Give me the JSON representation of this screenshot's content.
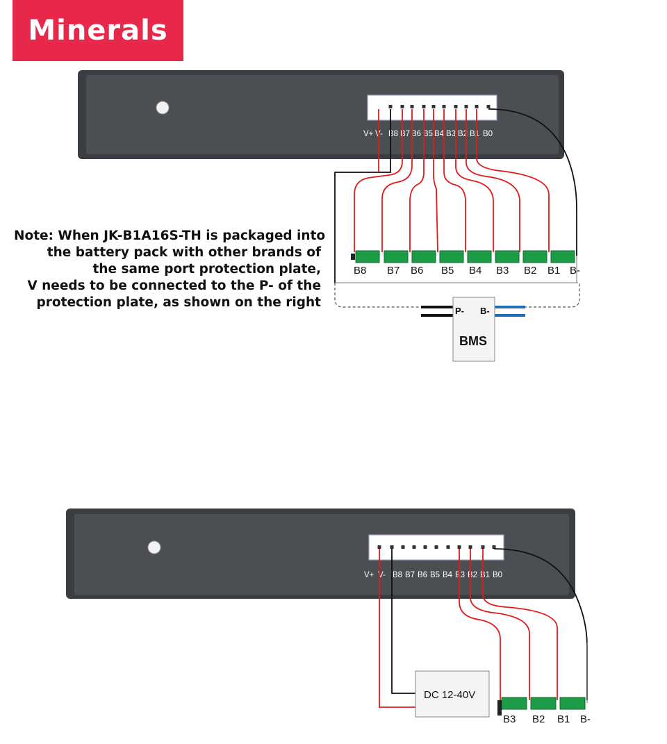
{
  "logo": {
    "text": "Minerals"
  },
  "note": {
    "lines": [
      "Note: When JK-B1A16S-TH is packaged into",
      "the battery pack with other brands of",
      "the same port protection plate,",
      "V needs to be connected to the P- of the",
      "protection plate, as shown on the right"
    ]
  },
  "diagram1": {
    "pins": [
      "V+",
      "V-",
      "B8",
      "B7",
      "B6",
      "B5",
      "B4",
      "B3",
      "B2",
      "B1",
      "B0"
    ],
    "cells": [
      "B8",
      "B7",
      "B6",
      "B5",
      "B4",
      "B3",
      "B2",
      "B1",
      "B-"
    ],
    "bms": {
      "label": "BMS",
      "p_minus": "P-",
      "b_minus": "B-"
    }
  },
  "diagram2": {
    "pins": [
      "V+",
      "V-",
      "B8",
      "B7",
      "B6",
      "B5",
      "B4",
      "B3",
      "B2",
      "B1",
      "B0"
    ],
    "cells": [
      "B3",
      "B2",
      "B1",
      "B-"
    ],
    "dc_label": "DC 12-40V"
  },
  "colors": {
    "brand": "#e8284a",
    "device": "#474b4f",
    "wire_red": "#e01b1b",
    "cell_green": "#1d9b47",
    "bms_wire_blue": "#1f6fb5"
  }
}
